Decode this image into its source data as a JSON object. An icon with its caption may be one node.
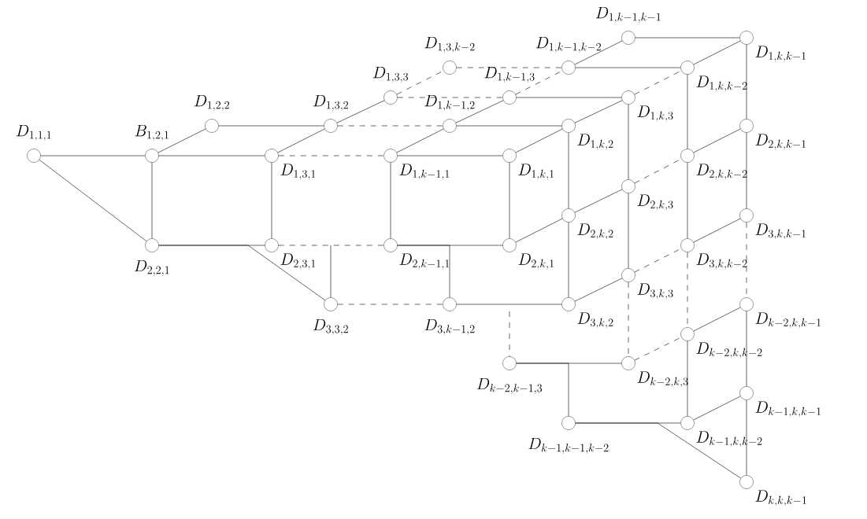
{
  "diagram": {
    "nodes": [
      {
        "text": [
          "D_{1,1,1}"
        ]
      },
      {
        "text": [
          "B_{1,2,1}"
        ]
      },
      {
        "text": [
          "D_{1,2,2}"
        ]
      },
      {
        "text": [
          "D_{1,3,1}"
        ]
      },
      {
        "text": [
          "D_{1,3,2}"
        ]
      },
      {
        "text": [
          "D_{1,3,3}"
        ]
      },
      {
        "text": [
          "D_{1,3,k-2}"
        ]
      },
      {
        "text": [
          "D_{1,k-1,1}"
        ]
      },
      {
        "text": [
          "D_{1,k-1,2}"
        ]
      },
      {
        "text": [
          "D_{1,k-1,3}"
        ]
      },
      {
        "text": [
          "D_{1,k-1,k-2}"
        ]
      },
      {
        "text": [
          "D_{1,k-1,k-1}"
        ]
      },
      {
        "text": [
          "D_{1,k,1}"
        ]
      },
      {
        "text": [
          "D_{1,k,2}"
        ]
      },
      {
        "text": [
          "D_{1,k,3}"
        ]
      },
      {
        "text": [
          "D_{1,k,k-2}"
        ]
      },
      {
        "text": [
          "D_{1,k,k-1}"
        ]
      },
      {
        "text": [
          "D_{2,2,1}"
        ]
      },
      {
        "text": [
          "D_{2,3,1}"
        ]
      },
      {
        "text": [
          "D_{2,k-1,1}"
        ]
      },
      {
        "text": [
          "D_{2,k,1}"
        ]
      },
      {
        "text": [
          "D_{2,k,2}"
        ]
      },
      {
        "text": [
          "D_{2,k,3}"
        ]
      },
      {
        "text": [
          "D_{2,k,k-2}"
        ]
      },
      {
        "text": [
          "D_{2,k,k-1}"
        ]
      },
      {
        "text": [
          "D_{3,3,2}"
        ]
      },
      {
        "text": [
          "D_{3,k-1,2}"
        ]
      },
      {
        "text": [
          "D_{3,k,2}"
        ]
      },
      {
        "text": [
          "D_{3,k,3}"
        ]
      },
      {
        "text": [
          "D_{3,k,k-2}"
        ]
      },
      {
        "text": [
          "D_{3,k,k-1}"
        ]
      },
      {
        "text": [
          "D_{k-2,k-1,3}"
        ]
      },
      {
        "text": [
          "D_{k-2,k,3}"
        ]
      },
      {
        "text": [
          "D_{k-2,k,k-2}"
        ]
      },
      {
        "text": [
          "D_{k-2,k,k-1}"
        ]
      },
      {
        "text": [
          "D_{k-1,k-1,k-2}"
        ]
      },
      {
        "text": [
          "D_{k-1,k,k-2}"
        ]
      },
      {
        "text": [
          "D_{k-1,k,k-1}"
        ]
      },
      {
        "text": [
          "D_{k,k,k-1}"
        ]
      }
    ],
    "edges": [
      {
        "from": 0,
        "to": 1,
        "arrow": "none"
      },
      {
        "from": 0,
        "to": 17,
        "arrow": "none"
      },
      {
        "from": 1,
        "to": 2,
        "arrow": "none"
      },
      {
        "from": 1,
        "to": 3,
        "arrow": "none"
      },
      {
        "from": 1,
        "to": 17,
        "arrow": "none"
      },
      {
        "from": 2,
        "to": 4,
        "arrow": "none"
      },
      {
        "from": 3,
        "to": 4,
        "arrow": "none"
      },
      {
        "from": 3,
        "to": 18,
        "arrow": "none"
      },
      {
        "from": 17,
        "to": 18,
        "arrow": "none"
      },
      {
        "from": 17,
        "to": 25,
        "arrow": "none"
      },
      {
        "from": null,
        "to": 25,
        "arrow": "none"
      },
      {
        "from": 4,
        "to": 5,
        "arrow": "none"
      },
      {
        "from": 5,
        "to": 6,
        "arrow": "none",
        "style": "dashed"
      },
      {
        "from": 3,
        "to": 7,
        "arrow": "none",
        "style": "dashed"
      },
      {
        "from": 4,
        "to": 8,
        "arrow": "none",
        "style": "dashed"
      },
      {
        "from": 5,
        "to": 9,
        "arrow": "none",
        "style": "dashed"
      },
      {
        "from": 6,
        "to": 10,
        "arrow": "none",
        "style": "dashed"
      },
      {
        "from": 7,
        "to": 8,
        "arrow": "none"
      },
      {
        "from": 8,
        "to": 9,
        "arrow": "none"
      },
      {
        "from": 9,
        "to": 10,
        "arrow": "none",
        "style": "dashed"
      },
      {
        "from": 10,
        "to": 11,
        "arrow": "none"
      },
      {
        "from": 7,
        "to": 12,
        "arrow": "none"
      },
      {
        "from": 8,
        "to": 13,
        "arrow": "none"
      },
      {
        "from": 9,
        "to": 14,
        "arrow": "none"
      },
      {
        "from": 10,
        "to": 15,
        "arrow": "none"
      },
      {
        "from": 11,
        "to": 16,
        "arrow": "none"
      },
      {
        "from": 12,
        "to": 13,
        "arrow": "none"
      },
      {
        "from": 13,
        "to": 14,
        "arrow": "none"
      },
      {
        "from": 14,
        "to": 15,
        "arrow": "none",
        "style": "dashed"
      },
      {
        "from": 15,
        "to": 16,
        "arrow": "none"
      },
      {
        "from": 7,
        "to": 19,
        "arrow": "none"
      },
      {
        "from": 12,
        "to": 20,
        "arrow": "none"
      },
      {
        "from": 13,
        "to": 21,
        "arrow": "none"
      },
      {
        "from": 14,
        "to": 22,
        "arrow": "none"
      },
      {
        "from": 15,
        "to": 23,
        "arrow": "none"
      },
      {
        "from": 16,
        "to": 24,
        "arrow": "none"
      },
      {
        "from": 18,
        "to": 19,
        "arrow": "none",
        "style": "dashed"
      },
      {
        "from": 19,
        "to": 20,
        "arrow": "none"
      },
      {
        "from": 20,
        "to": 21,
        "arrow": "none"
      },
      {
        "from": 21,
        "to": 22,
        "arrow": "none"
      },
      {
        "from": 22,
        "to": 23,
        "arrow": "none",
        "style": "dashed"
      },
      {
        "from": 23,
        "to": 24,
        "arrow": "none"
      },
      {
        "from": 19,
        "to": 26,
        "arrow": "none"
      },
      {
        "from": 21,
        "to": 27,
        "arrow": "none"
      },
      {
        "from": 22,
        "to": 28,
        "arrow": "none"
      },
      {
        "from": 23,
        "to": 29,
        "arrow": "none"
      },
      {
        "from": 24,
        "to": 30,
        "arrow": "none"
      },
      {
        "from": 25,
        "to": 26,
        "arrow": "none",
        "style": "dashed"
      },
      {
        "from": 26,
        "to": 27,
        "arrow": "none"
      },
      {
        "from": 27,
        "to": 28,
        "arrow": "none"
      },
      {
        "from": 28,
        "to": 29,
        "arrow": "none",
        "style": "dashed"
      },
      {
        "from": 29,
        "to": 30,
        "arrow": "none"
      },
      {
        "from": null,
        "to": 31,
        "arrow": "none",
        "style": "dashed"
      },
      {
        "from": 28,
        "to": 32,
        "arrow": "none",
        "style": "dashed"
      },
      {
        "from": 29,
        "to": 33,
        "arrow": "none",
        "style": "dashed"
      },
      {
        "from": 30,
        "to": 34,
        "arrow": "none",
        "style": "dashed"
      },
      {
        "from": 31,
        "to": 32,
        "arrow": "none"
      },
      {
        "from": 32,
        "to": 33,
        "arrow": "none",
        "style": "dashed"
      },
      {
        "from": 33,
        "to": 34,
        "arrow": "none"
      },
      {
        "from": 31,
        "to": 35,
        "arrow": "none"
      },
      {
        "from": 33,
        "to": 36,
        "arrow": "none"
      },
      {
        "from": 34,
        "to": 37,
        "arrow": "none"
      },
      {
        "from": 35,
        "to": 36,
        "arrow": "none"
      },
      {
        "from": 35,
        "to": 38,
        "arrow": "none"
      },
      {
        "from": 36,
        "to": 37,
        "arrow": "none"
      },
      {
        "from": 37,
        "to": 38,
        "arrow": "none"
      }
    ]
  }
}
